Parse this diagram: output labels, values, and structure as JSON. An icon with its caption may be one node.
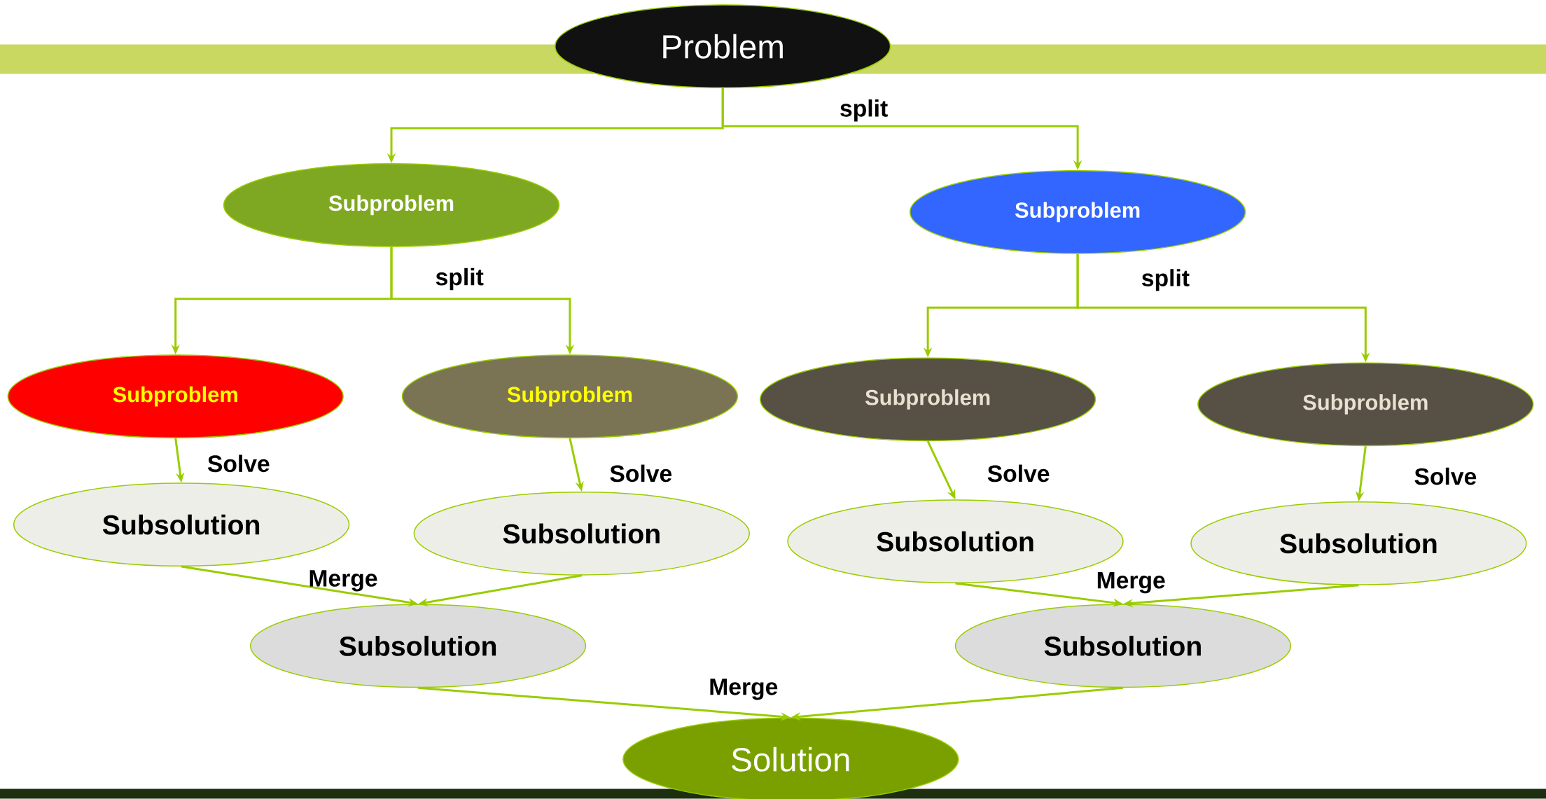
{
  "diagram": {
    "nodes": [
      {
        "text": [
          "Problem"
        ]
      },
      {
        "text": [
          "Subproblem"
        ]
      },
      {
        "text": [
          "Subproblem"
        ]
      },
      {
        "text": [
          "Subproblem"
        ]
      },
      {
        "text": [
          "Subproblem"
        ]
      },
      {
        "text": [
          "Subproblem"
        ]
      },
      {
        "text": [
          "Subproblem"
        ]
      },
      {
        "text": [
          "Subsolution"
        ]
      },
      {
        "text": [
          "Subsolution"
        ]
      },
      {
        "text": [
          "Subsolution"
        ]
      },
      {
        "text": [
          "Subsolution"
        ]
      },
      {
        "text": [
          "Subsolution"
        ]
      },
      {
        "text": [
          "Subsolution"
        ]
      },
      {
        "text": [
          "Solution"
        ]
      }
    ],
    "edges": [
      {
        "from": 0,
        "to": 1,
        "arrow": "to"
      },
      {
        "from": 0,
        "to": 2,
        "arrow": "to",
        "label": "split"
      },
      {
        "from": 1,
        "to": 3,
        "arrow": "to"
      },
      {
        "from": 1,
        "to": 4,
        "arrow": "to",
        "label": "split"
      },
      {
        "from": 2,
        "to": 5,
        "arrow": "to"
      },
      {
        "from": 2,
        "to": 6,
        "arrow": "to",
        "label": "split"
      },
      {
        "from": 3,
        "to": 7,
        "arrow": "to",
        "label": "Solve"
      },
      {
        "from": 4,
        "to": 8,
        "arrow": "to",
        "label": "Solve"
      },
      {
        "from": 5,
        "to": 9,
        "arrow": "to",
        "label": "Solve"
      },
      {
        "from": 6,
        "to": 10,
        "arrow": "to",
        "label": "Solve"
      },
      {
        "from": 7,
        "to": 11,
        "arrow": "to",
        "label": "Merge"
      },
      {
        "from": 8,
        "to": 11,
        "arrow": "to"
      },
      {
        "from": 9,
        "to": 12,
        "arrow": "to",
        "label": "Merge"
      },
      {
        "from": 10,
        "to": 12,
        "arrow": "to"
      },
      {
        "from": 11,
        "to": 13,
        "arrow": "to",
        "label": "Merge"
      },
      {
        "from": 12,
        "to": 13,
        "arrow": "to"
      }
    ]
  }
}
